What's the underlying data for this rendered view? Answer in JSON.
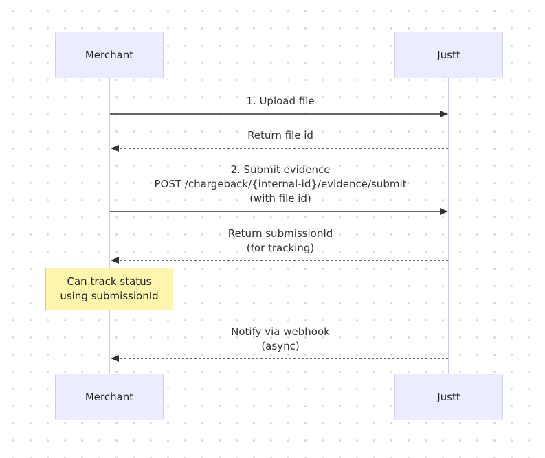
{
  "participants": {
    "merchant": "Merchant",
    "justt": "Justt"
  },
  "messages": {
    "upload": {
      "line1": "1. Upload file"
    },
    "return_file": {
      "line1": "Return file id"
    },
    "submit": {
      "line1": "2. Submit evidence",
      "line2": "POST /chargeback/{internal-id}/evidence/submit",
      "line3": "(with file id)"
    },
    "return_submission": {
      "line1": "Return submissionId",
      "line2": "(for tracking)"
    },
    "notify": {
      "line1": "Notify via webhook",
      "line2": "(async)"
    }
  },
  "note": {
    "line1": "Can track status",
    "line2": "using submissionId"
  },
  "colors": {
    "actor_fill": "#ececff",
    "lifeline": "#d8c8f0",
    "note_fill": "#fff5ad",
    "arrow": "#333333"
  }
}
